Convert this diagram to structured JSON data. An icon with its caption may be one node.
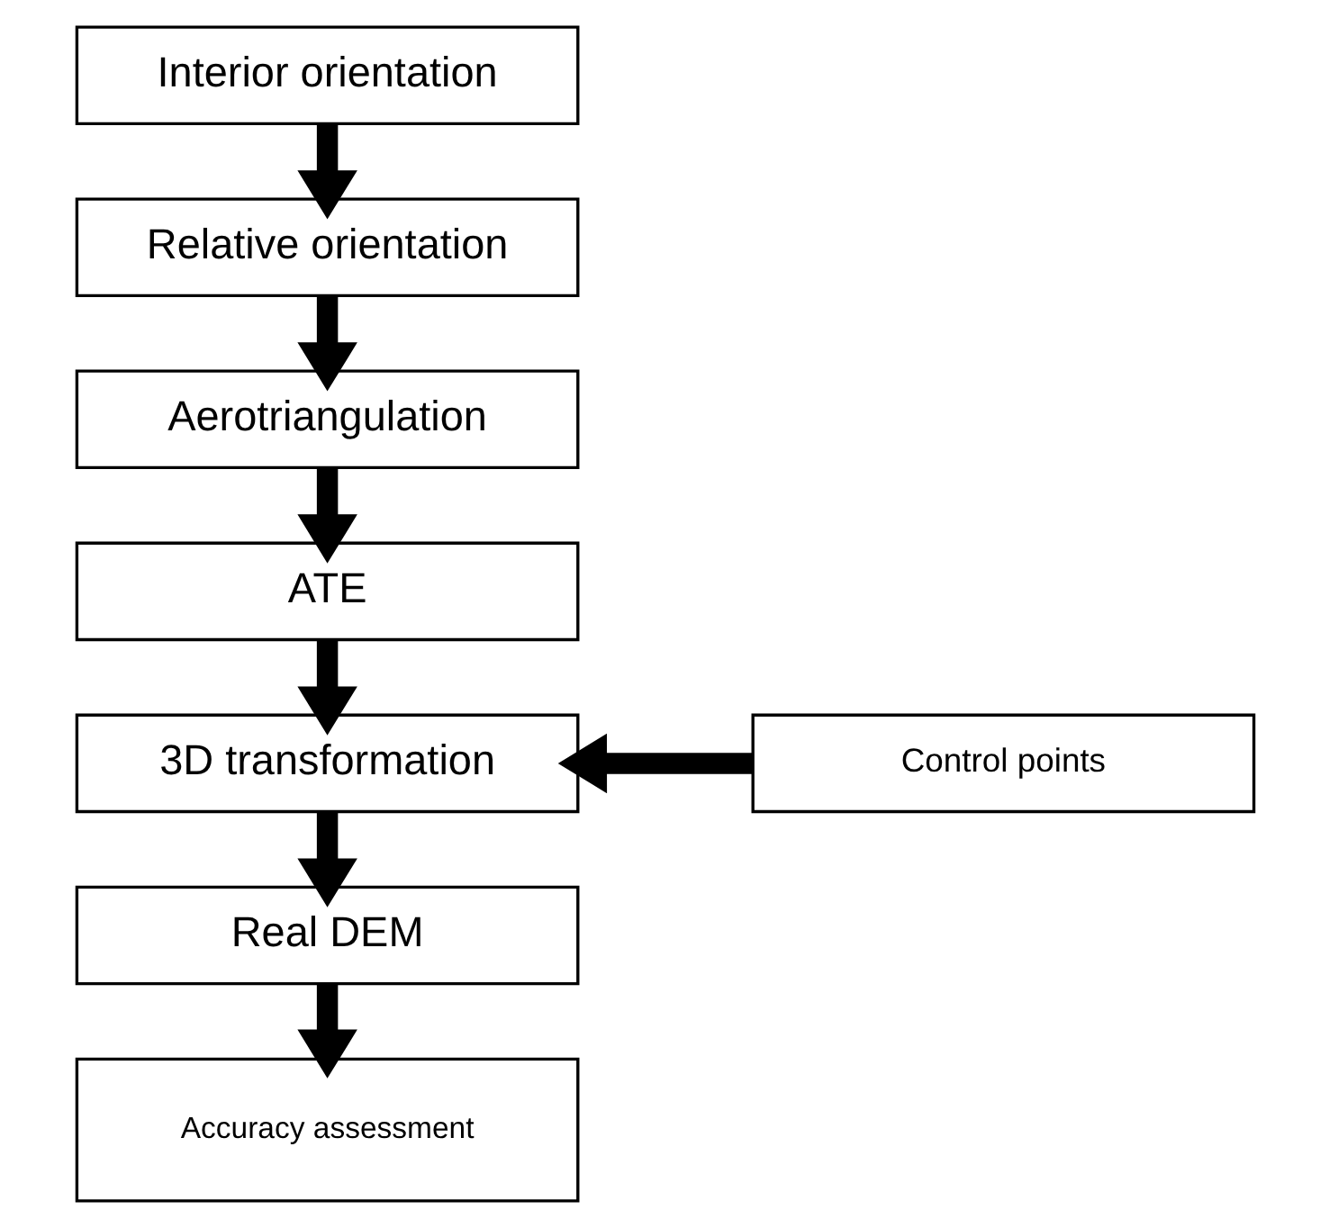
{
  "diagram": {
    "nodes": [
      {
        "text": [
          "Interior orientation"
        ]
      },
      {
        "text": [
          "Relative orientation"
        ]
      },
      {
        "text": [
          "Aerotriangulation"
        ]
      },
      {
        "text": [
          "ATE"
        ]
      },
      {
        "text": [
          "3D transformation"
        ]
      },
      {
        "text": [
          "Control points"
        ]
      },
      {
        "text": [
          "Real DEM"
        ]
      },
      {
        "text": [
          "Accuracy assessment"
        ]
      }
    ],
    "edges": [
      {
        "from": 0,
        "to": 1,
        "arrow": "to"
      },
      {
        "from": 1,
        "to": 2,
        "arrow": "to"
      },
      {
        "from": 2,
        "to": 3,
        "arrow": "to"
      },
      {
        "from": 3,
        "to": 4,
        "arrow": "to"
      },
      {
        "from": 5,
        "to": 4,
        "arrow": "to"
      },
      {
        "from": 4,
        "to": 6,
        "arrow": "to"
      },
      {
        "from": 6,
        "to": 7,
        "arrow": "to"
      }
    ]
  }
}
